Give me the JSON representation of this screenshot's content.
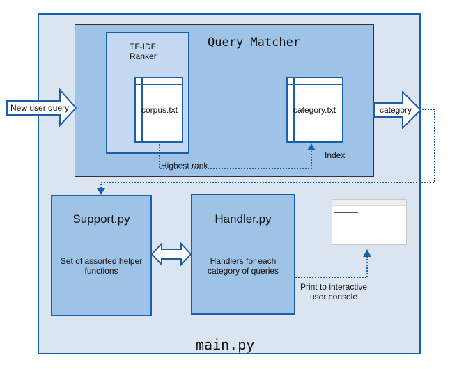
{
  "query_matcher": {
    "title": "Query Matcher"
  },
  "ranker": {
    "title": "TF-IDF Ranker",
    "file": "corpus.txt"
  },
  "index": {
    "file": "category.txt",
    "label": "Index"
  },
  "edges": {
    "input": "New user query",
    "output": "category",
    "highest_rank": "Highest rank",
    "print": "Print to interactive user console"
  },
  "support": {
    "title": "Support.py",
    "description": "Set of assorted helper functions"
  },
  "handler": {
    "title": "Handler.py",
    "description": "Handlers for each category of queries"
  },
  "main": {
    "title": "main.py"
  },
  "colors": {
    "border": "#1b5fa8",
    "module_fill": "#9fc3e6",
    "main_fill": "#dbe5f1",
    "ranker_fill": "#c5d9f4"
  }
}
